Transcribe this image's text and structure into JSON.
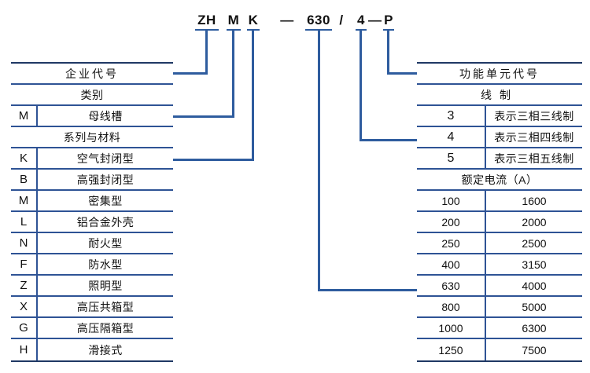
{
  "model_code": {
    "tokens": [
      {
        "text": "ZH",
        "underlined": true
      },
      {
        "text": "M",
        "underlined": true
      },
      {
        "text": "K",
        "underlined": true
      },
      {
        "text": "—",
        "underlined": false
      },
      {
        "text": "630",
        "underlined": true
      },
      {
        "text": "/",
        "underlined": false
      },
      {
        "text": "4",
        "underlined": true
      },
      {
        "text": "—",
        "underlined": false
      },
      {
        "text": "P",
        "underlined": true
      }
    ]
  },
  "left_table": {
    "rows": [
      {
        "type": "header",
        "label": "企业代号",
        "spacing": "wide"
      },
      {
        "type": "header",
        "label": "类别",
        "spacing": "normal"
      },
      {
        "type": "item",
        "code": "M",
        "label": "母线槽"
      },
      {
        "type": "header",
        "label": "系列与材料",
        "spacing": "normal"
      },
      {
        "type": "item",
        "code": "K",
        "label": "空气封闭型"
      },
      {
        "type": "item",
        "code": "B",
        "label": "高强封闭型"
      },
      {
        "type": "item",
        "code": "M",
        "label": "密集型"
      },
      {
        "type": "item",
        "code": "L",
        "label": "铝合金外壳"
      },
      {
        "type": "item",
        "code": "N",
        "label": "耐火型"
      },
      {
        "type": "item",
        "code": "F",
        "label": "防水型"
      },
      {
        "type": "item",
        "code": "Z",
        "label": "照明型"
      },
      {
        "type": "item",
        "code": "X",
        "label": "高压共箱型"
      },
      {
        "type": "item",
        "code": "G",
        "label": "高压隔箱型"
      },
      {
        "type": "item",
        "code": "H",
        "label": "滑接式"
      }
    ]
  },
  "right_table": {
    "rows": [
      {
        "type": "header",
        "label": "功能单元代号",
        "spacing": "wide"
      },
      {
        "type": "header",
        "label": "线制",
        "spacing": "xwide"
      },
      {
        "type": "item",
        "code": "3",
        "label": "表示三相三线制"
      },
      {
        "type": "item",
        "code": "4",
        "label": "表示三相四线制"
      },
      {
        "type": "item",
        "code": "5",
        "label": "表示三相五线制"
      },
      {
        "type": "header",
        "label": "额定电流（A）",
        "spacing": "normal"
      },
      {
        "type": "pair",
        "left": "100",
        "right": "1600"
      },
      {
        "type": "pair",
        "left": "200",
        "right": "2000"
      },
      {
        "type": "pair",
        "left": "250",
        "right": "2500"
      },
      {
        "type": "pair",
        "left": "400",
        "right": "3150"
      },
      {
        "type": "pair",
        "left": "630",
        "right": "4000"
      },
      {
        "type": "pair",
        "left": "800",
        "right": "5000"
      },
      {
        "type": "pair",
        "left": "1000",
        "right": "6300"
      },
      {
        "type": "pair",
        "left": "1250",
        "right": "7500"
      }
    ]
  },
  "colors": {
    "line_blue": "#2E5C9E",
    "border_navy": "#1F3864",
    "text_black": "#111111"
  }
}
